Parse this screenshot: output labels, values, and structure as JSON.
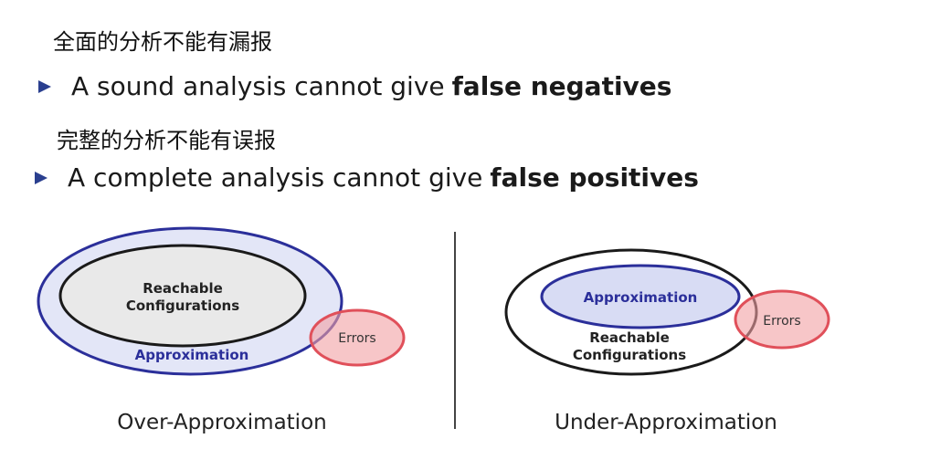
{
  "notes": {
    "sound_note": "全面的分析不能有漏报",
    "complete_note": "完整的分析不能有误报"
  },
  "bullets": [
    {
      "prefix": "A sound analysis cannot give",
      "emphasis": "false negatives"
    },
    {
      "prefix": "A complete analysis cannot give",
      "emphasis": "false positives"
    }
  ],
  "over": {
    "inner_line1": "Reachable",
    "inner_line2": "Configurations",
    "outer_label": "Approximation",
    "errors_label": "Errors",
    "caption": "Over-Approximation"
  },
  "under": {
    "inner_label": "Approximation",
    "outer_line1": "Reachable",
    "outer_line2": "Configurations",
    "errors_label": "Errors",
    "caption": "Under-Approximation"
  },
  "colors": {
    "approx_stroke": "#2b2f9a",
    "approx_fill": "#e3e6f7",
    "reach_fill": "#e9e9e9",
    "errors_stroke": "#e0505a",
    "errors_fill": "#f2a0a4",
    "bullet": "#2a3f8f"
  }
}
